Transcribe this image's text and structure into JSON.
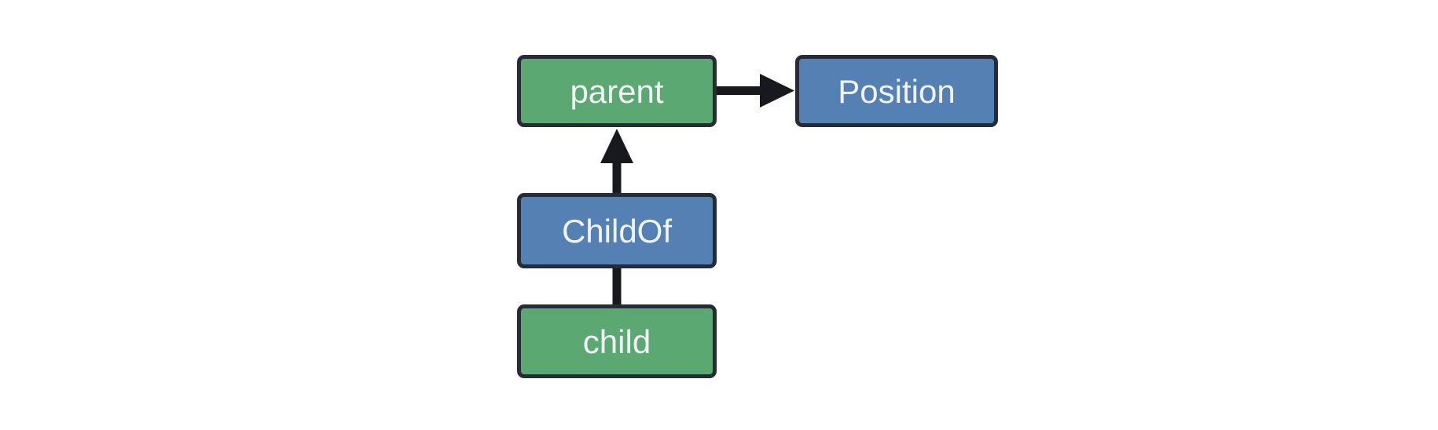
{
  "diagram": {
    "background_color": "#ffffff",
    "nodes": [
      {
        "id": "parent",
        "label": "parent",
        "fill": "#5ba873"
      },
      {
        "id": "Position",
        "label": "Position",
        "fill": "#5580b4"
      },
      {
        "id": "ChildOf",
        "label": "ChildOf",
        "fill": "#5580b4"
      },
      {
        "id": "child",
        "label": "child",
        "fill": "#5ba873"
      }
    ],
    "edges": [
      {
        "from": "parent",
        "to": "Position",
        "type": "arrow",
        "direction": "right"
      },
      {
        "from": "ChildOf",
        "to": "parent",
        "type": "arrow",
        "direction": "up"
      },
      {
        "from": "child",
        "to": "ChildOf",
        "type": "line",
        "direction": "up"
      }
    ],
    "colors": {
      "green": "#5ba873",
      "blue": "#5580b4",
      "node_border": "#262b36",
      "connector": "#17191e",
      "label_text": "#f2f3f7"
    }
  }
}
